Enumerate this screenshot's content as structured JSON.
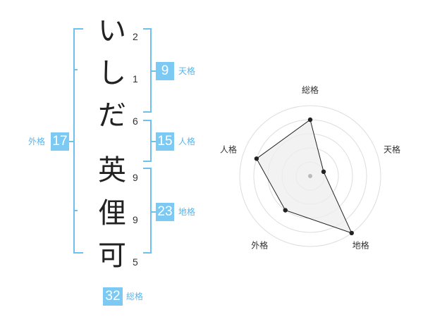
{
  "name_chars": [
    {
      "char": "い",
      "strokes": "2"
    },
    {
      "char": "し",
      "strokes": "1"
    },
    {
      "char": "だ",
      "strokes": "6"
    },
    {
      "char": "英",
      "strokes": "9"
    },
    {
      "char": "俚",
      "strokes": "9"
    },
    {
      "char": "可",
      "strokes": "5"
    }
  ],
  "kaku": {
    "tenkaku": {
      "value": "9",
      "label": "天格"
    },
    "jinkaku": {
      "value": "15",
      "label": "人格"
    },
    "chikaku": {
      "value": "23",
      "label": "地格"
    },
    "gaikaku": {
      "value": "17",
      "label": "外格"
    },
    "soukaku": {
      "value": "32",
      "label": "総格"
    }
  },
  "chart_data": {
    "type": "radar",
    "axes": [
      "総格",
      "天格",
      "地格",
      "外格",
      "人格"
    ],
    "values": [
      4,
      1,
      5,
      3,
      4
    ],
    "max": 5,
    "rings": 5,
    "colors": {
      "fill": "#eeeeee",
      "stroke": "#222222",
      "grid": "#dddddd",
      "center": "#bbbbbb"
    }
  }
}
